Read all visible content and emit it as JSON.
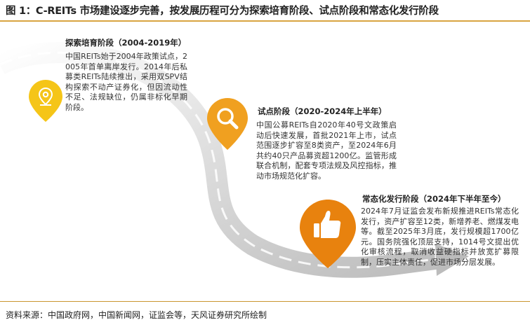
{
  "figure": {
    "title": "图 1：C-REITs 市场建设逐步完善，按发展历程可分为探索培育阶段、试点阶段和常态化发行阶段",
    "source": "资料来源：中国政府网，中国新闻网，证监会等，天风证券研究所绘制"
  },
  "stages": [
    {
      "title": "探索培育阶段（2004-2019年）",
      "description": "中国REITs始于2004年政策试点，2005年首单离岸发行。2014年后私募类REITs陆续推出，采用双SPV结构探索不动产证券化，但因流动性不足、法规缺位，仍属非标化早期阶段。",
      "icon": "location-pin-icon",
      "color": "#f5c518"
    },
    {
      "title": "试点阶段（2020-2024年上半年）",
      "description": "中国公募REITs自2020年40号文政策启动后快速发展，首批2021年上市，试点范围逐步扩容至8类资产，至2024年6月共约40只产品募资超1200亿。监管形成联合机制，配套专项法规及风控指标，推动市场规范化扩容。",
      "icon": "search-icon",
      "color": "#f0a020"
    },
    {
      "title": "常态化发行阶段（2024年下半年至今）",
      "description": "2024年7月证监会发布新规推进REITs常态化发行，资产扩容至12类，新增养老、燃煤发电等。截至2025年3月底，发行规模超1700亿元。国务院强化顶层支持，1014号文提出优化审核流程，取消收益硬指标并放宽扩募限制，压实主体责任，促进市场分层发展。",
      "icon": "thumbs-up-icon",
      "color": "#e8820e"
    }
  ]
}
